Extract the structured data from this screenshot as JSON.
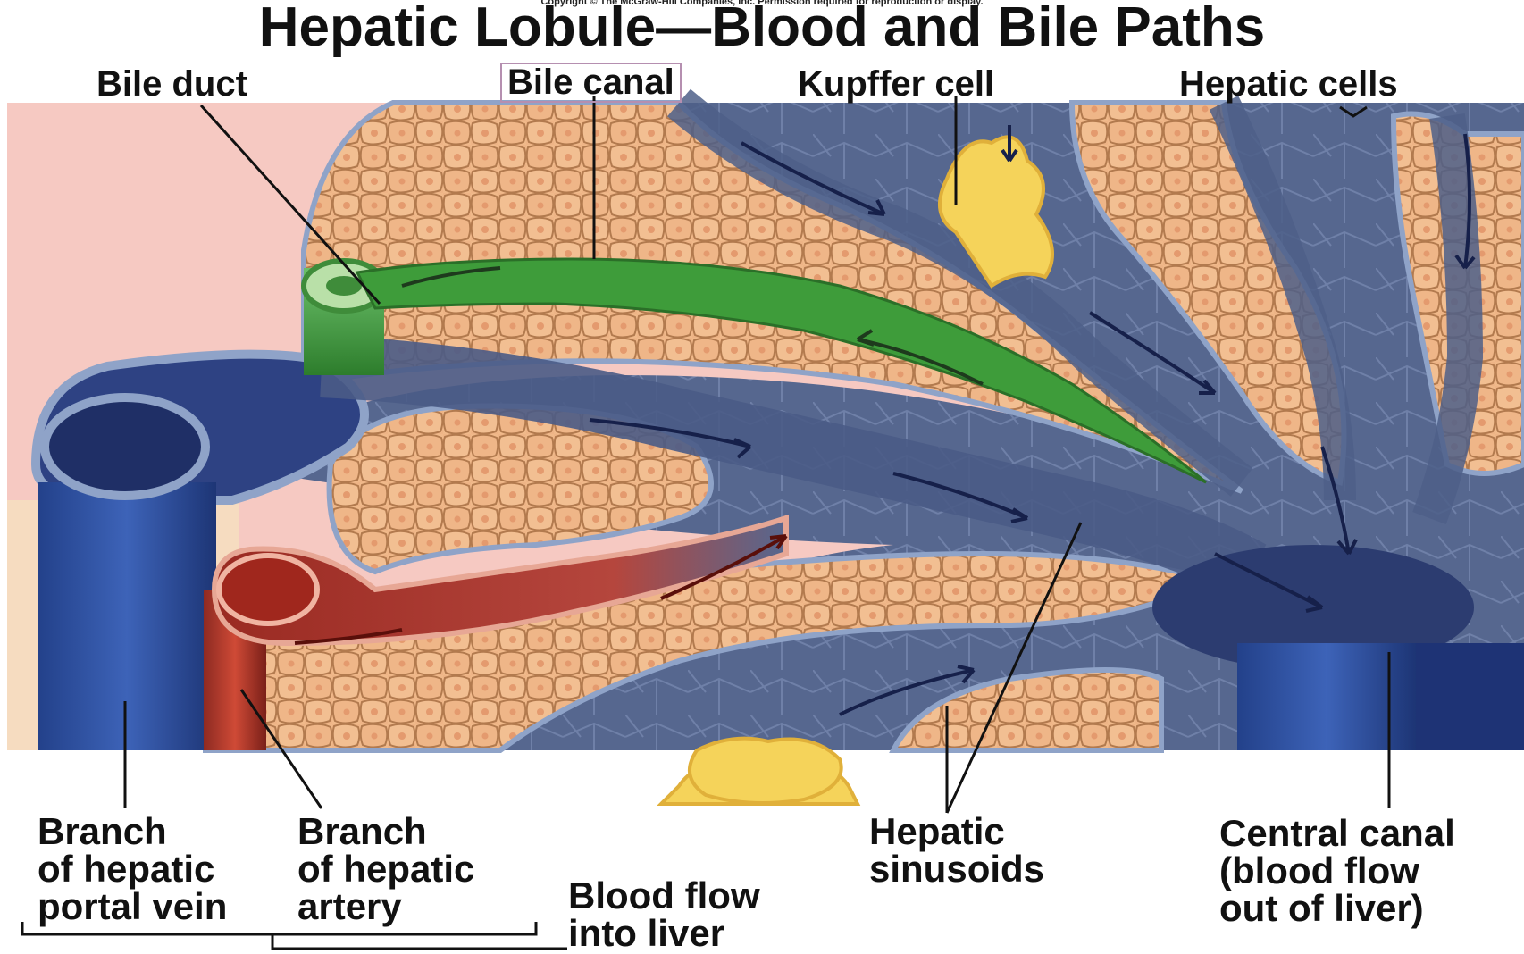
{
  "copyright": "Copyright © The McGraw-Hill Companies, Inc. Permission required for reproduction or display.",
  "title": "Hepatic Lobule—Blood and Bile Paths",
  "labels": {
    "bile_duct": "Bile duct",
    "bile_canal": "Bile canal",
    "kupffer_cell": "Kupffer cell",
    "hepatic_cells": "Hepatic cells",
    "portal_vein_1": "Branch",
    "portal_vein_2": "of hepatic",
    "portal_vein_3": "portal vein",
    "artery_1": "Branch",
    "artery_2": "of hepatic",
    "artery_3": "artery",
    "blood_in_1": "Blood flow",
    "blood_in_2": "into liver",
    "sinusoids_1": "Hepatic",
    "sinusoids_2": "sinusoids",
    "central_1": "Central canal",
    "central_2": "(blood flow",
    "central_3": "out of liver)"
  },
  "colors": {
    "hepatocyte": "#f0b98a",
    "hepatocyte_edge": "#b27a4e",
    "sinusoid": "#56678f",
    "vein": "#2f4f9a",
    "artery": "#b33a2c",
    "bile": "#3f9c3a",
    "kupffer": "#f5d35a",
    "background_pink": "#f6c9c2"
  }
}
